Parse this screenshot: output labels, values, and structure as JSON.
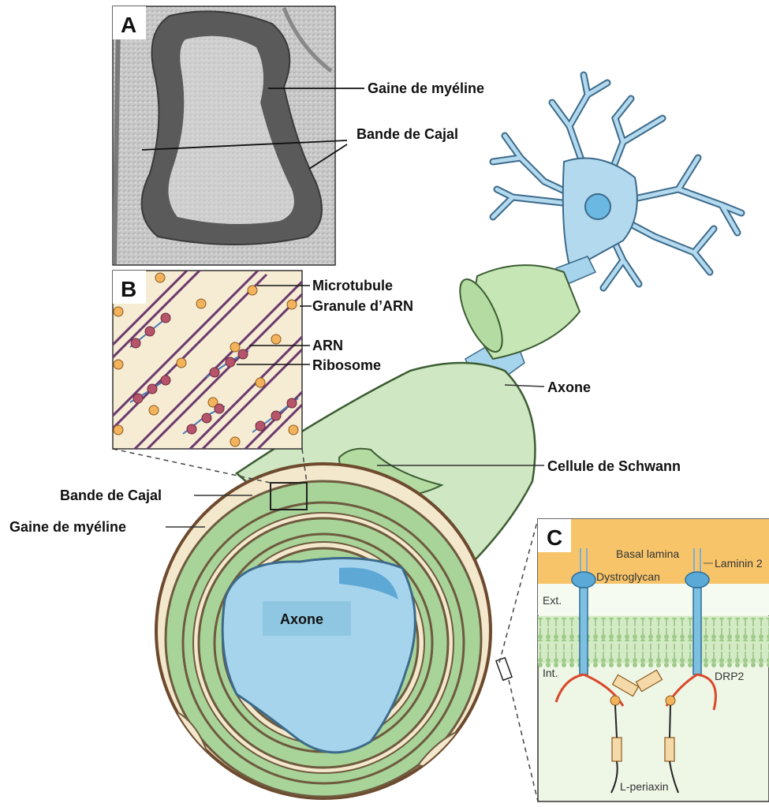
{
  "panels": {
    "a": {
      "letter": "A"
    },
    "b": {
      "letter": "B"
    },
    "c": {
      "letter": "C"
    }
  },
  "labels": {
    "panel_a": {
      "gaine": "Gaine de myéline",
      "bande": "Bande de Cajal"
    },
    "panel_b": {
      "microtubule": "Microtubule",
      "granule": "Granule d’ARN",
      "arn": "ARN",
      "ribosome": "Ribosome"
    },
    "main": {
      "axone_right": "Axone",
      "schwann": "Cellule de Schwann",
      "bande_left": "Bande de Cajal",
      "gaine_left": "Gaine de myéline",
      "axone_center": "Axone"
    },
    "panel_c": {
      "basal": "Basal lamina",
      "dystroglycan": "Dystroglycan",
      "laminin": "Laminin 2",
      "ext": "Ext.",
      "int": "Int.",
      "drp2": "DRP2",
      "periaxin": "L-periaxin"
    }
  },
  "colors": {
    "myelin_green": "#a8d49a",
    "myelin_dark": "#6e9e5e",
    "sheath_light": "#cfe8c3",
    "axon_blue": "#a6d4ec",
    "cajal_beige": "#f3e7cc",
    "basal_orange": "#f7c46a",
    "receptor_blue": "#5aa9d6",
    "drp2_red": "#d9492b",
    "granule_orange": "#f2b35c",
    "ribosome_red": "#b5546a"
  }
}
